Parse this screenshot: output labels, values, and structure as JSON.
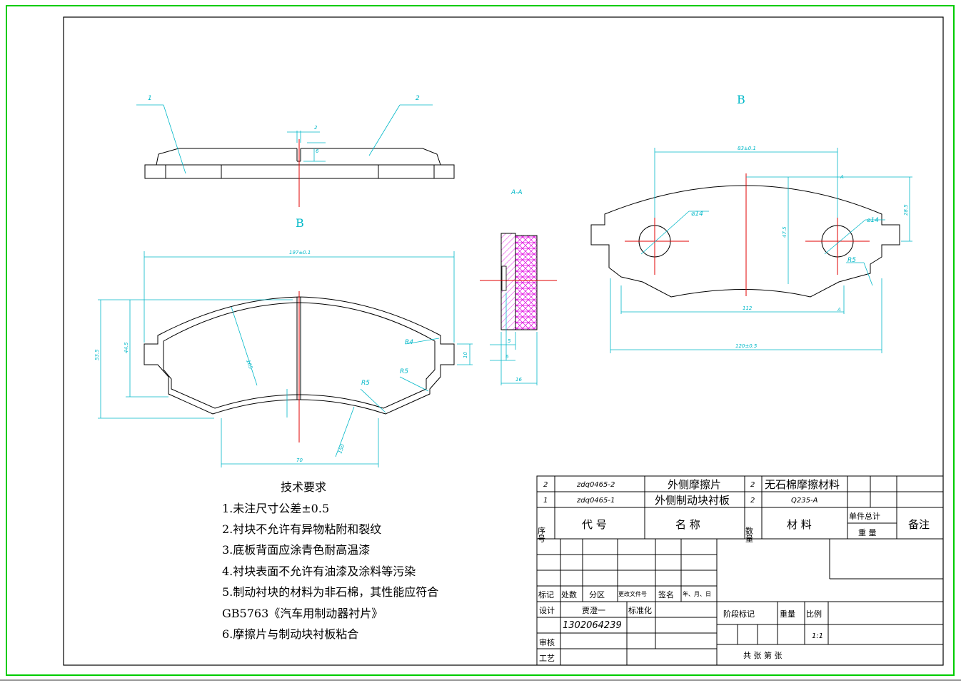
{
  "colors": {
    "frame": "#00cc00",
    "line": "#000000",
    "dimension": "#00b8c8",
    "center": "#e00000",
    "hatch": "#e000e0"
  },
  "views": {
    "section_label": "A-A",
    "view_b_label": "B",
    "part_callouts": [
      "1",
      "2"
    ],
    "view_b_dims": {
      "width": "83±0.1",
      "length_a": "120±0.5",
      "length_b": "112",
      "height_a": "28.5",
      "height_b": "47.5",
      "hole_a": "⌀14",
      "hole_b": "⌀14",
      "radius": "R5",
      "section_mark": "A"
    },
    "main_dims": {
      "width": "197±0.1",
      "height_a": "53.5",
      "height_b": "44.5",
      "radius_a": "R4",
      "radius_b": "R5",
      "radius_c": "R5",
      "radius_big": "165",
      "radius_arc": "150",
      "bottom": "70",
      "ear": "10"
    },
    "section_dims": {
      "a": "5",
      "b": "6",
      "c": "16"
    },
    "top_dims": {
      "slot_w": "2",
      "slot_h": "6"
    }
  },
  "tech_requirements": {
    "title": "技术要求",
    "items": [
      "1.未注尺寸公差±0.5",
      "2.衬块不允许有异物粘附和裂纹",
      "3.底板背面应涂青色耐高温漆",
      "4.衬块表面不允许有油漆及涂料等污染",
      "5.制动衬块的材料为非石棉，其性能应符合",
      "GB5763《汽车用制动器衬片》",
      "6.摩擦片与制动块衬板粘合"
    ]
  },
  "bom": {
    "rows": [
      {
        "no": "2",
        "code": "zdq0465-2",
        "name": "外侧摩擦片",
        "qty": "2",
        "material": "无石棉摩擦材料"
      },
      {
        "no": "1",
        "code": "zdq0465-1",
        "name": "外侧制动块衬板",
        "qty": "2",
        "material": "Q235-A"
      }
    ],
    "header": {
      "no": "序号",
      "code": "代 号",
      "name": "名 称",
      "qty": "数量",
      "material": "材 料",
      "unit_total": "单件总计",
      "weight": "重 量",
      "remark": "备注"
    }
  },
  "title_block": {
    "mark": "标记",
    "count": "处数",
    "zone": "分区",
    "doc": "更改文件号",
    "sign": "签名",
    "date": "年、月、日",
    "design": "设计",
    "designer": "贾澄一",
    "standard": "标准化",
    "student_id": "1302064239",
    "review": "审核",
    "process": "工艺",
    "stage": "阶段标记",
    "weight": "重量",
    "scale": "比例",
    "scale_value": "1:1",
    "sheets": "共 张 第 张"
  }
}
